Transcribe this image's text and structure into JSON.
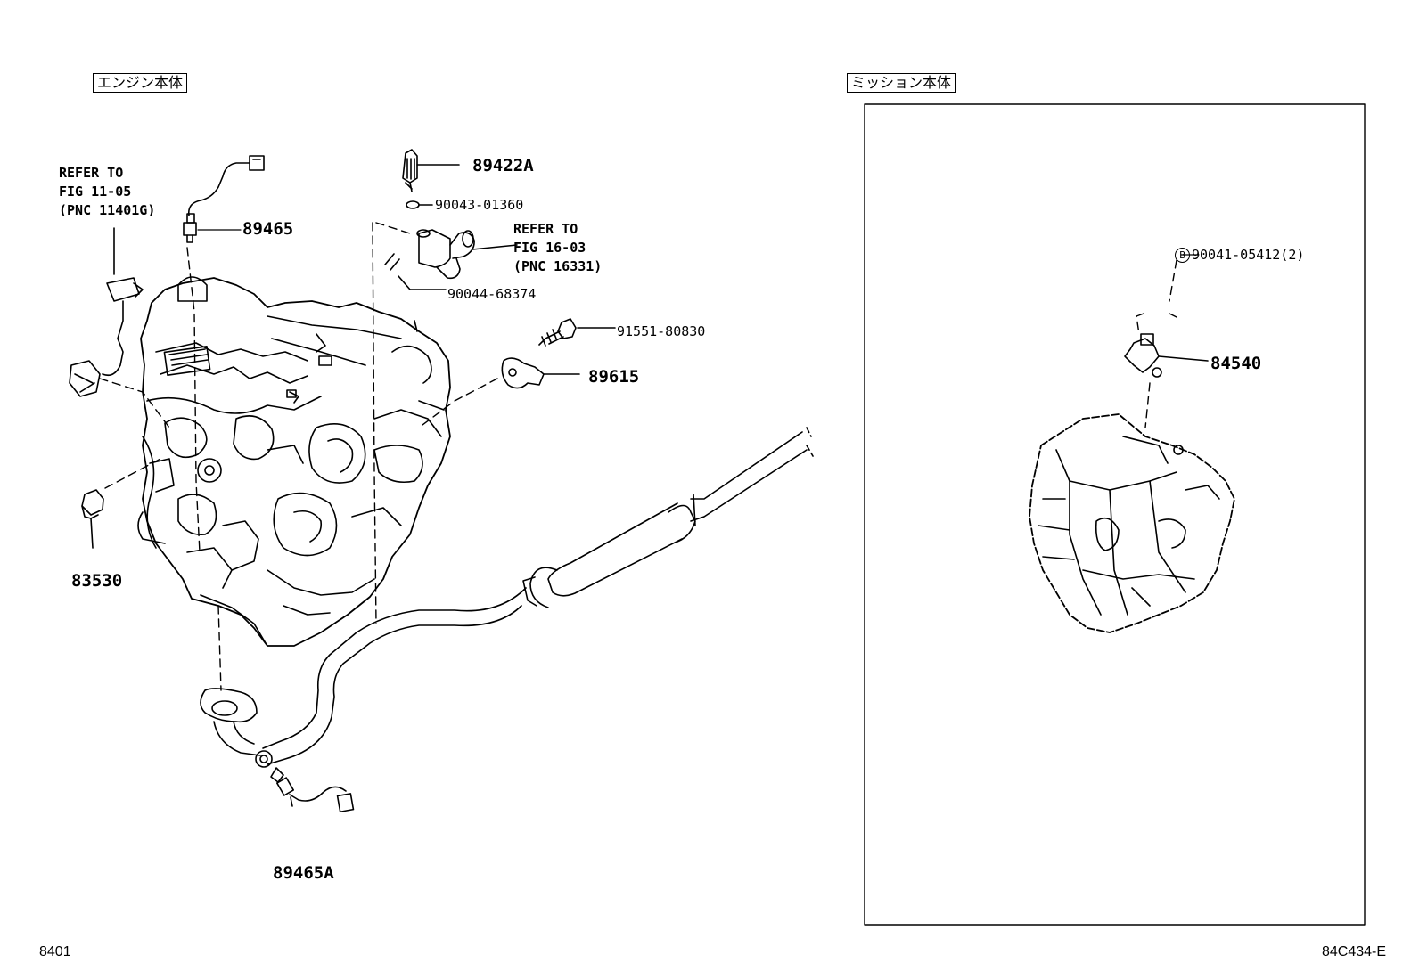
{
  "sections": {
    "engine": "エンジン本体",
    "transmission": "ミッション本体"
  },
  "parts": {
    "p89422A": "89422A",
    "p90043": "90043-01360",
    "p89465": "89465",
    "p90044": "90044-68374",
    "p91551": "91551-80830",
    "p89615": "89615",
    "p83530": "83530",
    "p89465A": "89465A",
    "p90041": "90041-05412(2)",
    "p84540": "84540"
  },
  "refs": {
    "fig1105": "REFER TO\nFIG 11-05\n(PNC 11401G)",
    "fig1603": "REFER TO\nFIG 16-03\n(PNC 16331)"
  },
  "callout_mark": "B",
  "footer": {
    "left": "8401",
    "right": "84C434-E"
  }
}
